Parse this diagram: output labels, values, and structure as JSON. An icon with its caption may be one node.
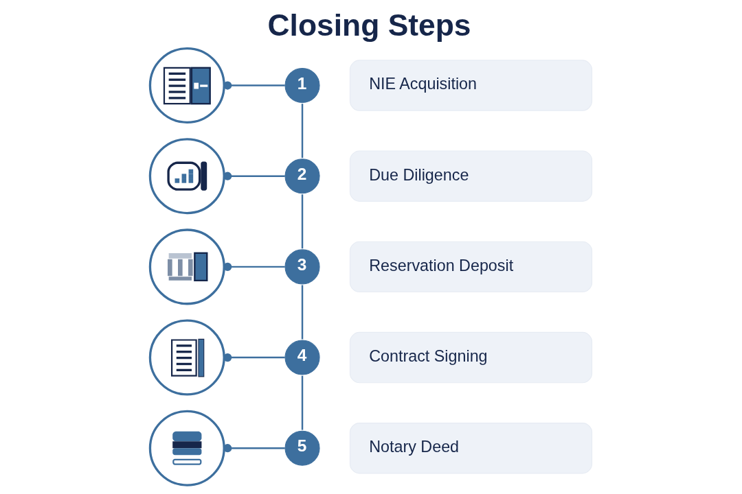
{
  "diagram": {
    "title": "Closing Steps",
    "nodes": [
      {
        "text": [],
        "shape": "picture"
      },
      {
        "text": [
          "1"
        ]
      },
      {
        "text": [
          "NIE Acquisition"
        ]
      },
      {
        "text": [],
        "shape": "picture"
      },
      {
        "text": [
          "2"
        ]
      },
      {
        "text": [
          "Due Diligence"
        ]
      },
      {
        "text": [],
        "shape": "picture"
      },
      {
        "text": [
          "3"
        ]
      },
      {
        "text": [
          "Reservation Deposit"
        ]
      },
      {
        "text": [],
        "shape": "picture"
      },
      {
        "text": [
          "4"
        ]
      },
      {
        "text": [
          "Contract Signing"
        ]
      },
      {
        "text": [],
        "shape": "picture"
      },
      {
        "text": [
          "5"
        ]
      },
      {
        "text": [
          "Notary Deed"
        ]
      }
    ],
    "edges": [
      {
        "from": 0,
        "to": 1,
        "arrow": "other"
      },
      {
        "from": 1,
        "to": 4,
        "arrow": "none"
      },
      {
        "from": 3,
        "to": 4,
        "arrow": "other"
      },
      {
        "from": 4,
        "to": 7,
        "arrow": "none"
      },
      {
        "from": 6,
        "to": 7,
        "arrow": "other"
      },
      {
        "from": 7,
        "to": 10,
        "arrow": "none"
      },
      {
        "from": 9,
        "to": 10,
        "arrow": "other"
      },
      {
        "from": 10,
        "to": 13,
        "arrow": "none"
      },
      {
        "from": 12,
        "to": 13,
        "arrow": "other"
      }
    ]
  }
}
